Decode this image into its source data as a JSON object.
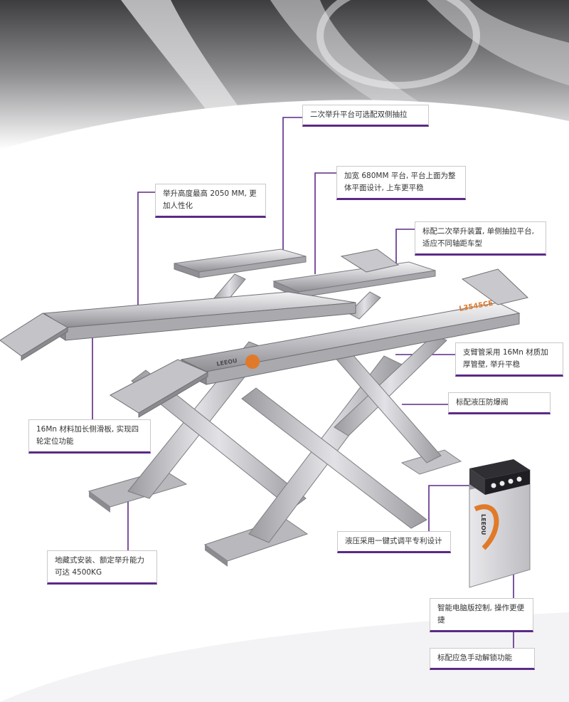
{
  "colors": {
    "accent": "#5b2a86",
    "brand": "#e07a2a",
    "metal": "#c8c8cc"
  },
  "brand_logo": {
    "text": "LEEOU",
    "icon": "leeou-logo-icon"
  },
  "model_label": "L3545CE",
  "callouts": [
    {
      "id": "secondary-lift",
      "text": "二次举升平台可选配双侧抽拉"
    },
    {
      "id": "platform-width",
      "text": "加宽 680MM 平台, 平台上面为整体平面设计, 上车更平稳"
    },
    {
      "id": "lift-height",
      "text": "举升高度最高 2050 MM, 更加人性化"
    },
    {
      "id": "standard-secondary",
      "text": "标配二次举升装置, 单侧抽拉平台, 适应不同轴距车型"
    },
    {
      "id": "support-arm",
      "text": "支臂管采用 16Mn 材质加厚管壁, 举升平稳"
    },
    {
      "id": "explosion-valve",
      "text": "标配液压防爆阀"
    },
    {
      "id": "side-slide",
      "text": "16Mn 材料加长侧滑板, 实现四轮定位功能"
    },
    {
      "id": "hydraulic-leveling",
      "text": "液压采用一键式调平专利设计"
    },
    {
      "id": "installation",
      "text": "地藏式安装、额定举升能力可达 4500KG"
    },
    {
      "id": "computer-control",
      "text": "智能电脑版控制, 操作更便捷"
    },
    {
      "id": "emergency-unlock",
      "text": "标配应急手动解锁功能"
    }
  ]
}
